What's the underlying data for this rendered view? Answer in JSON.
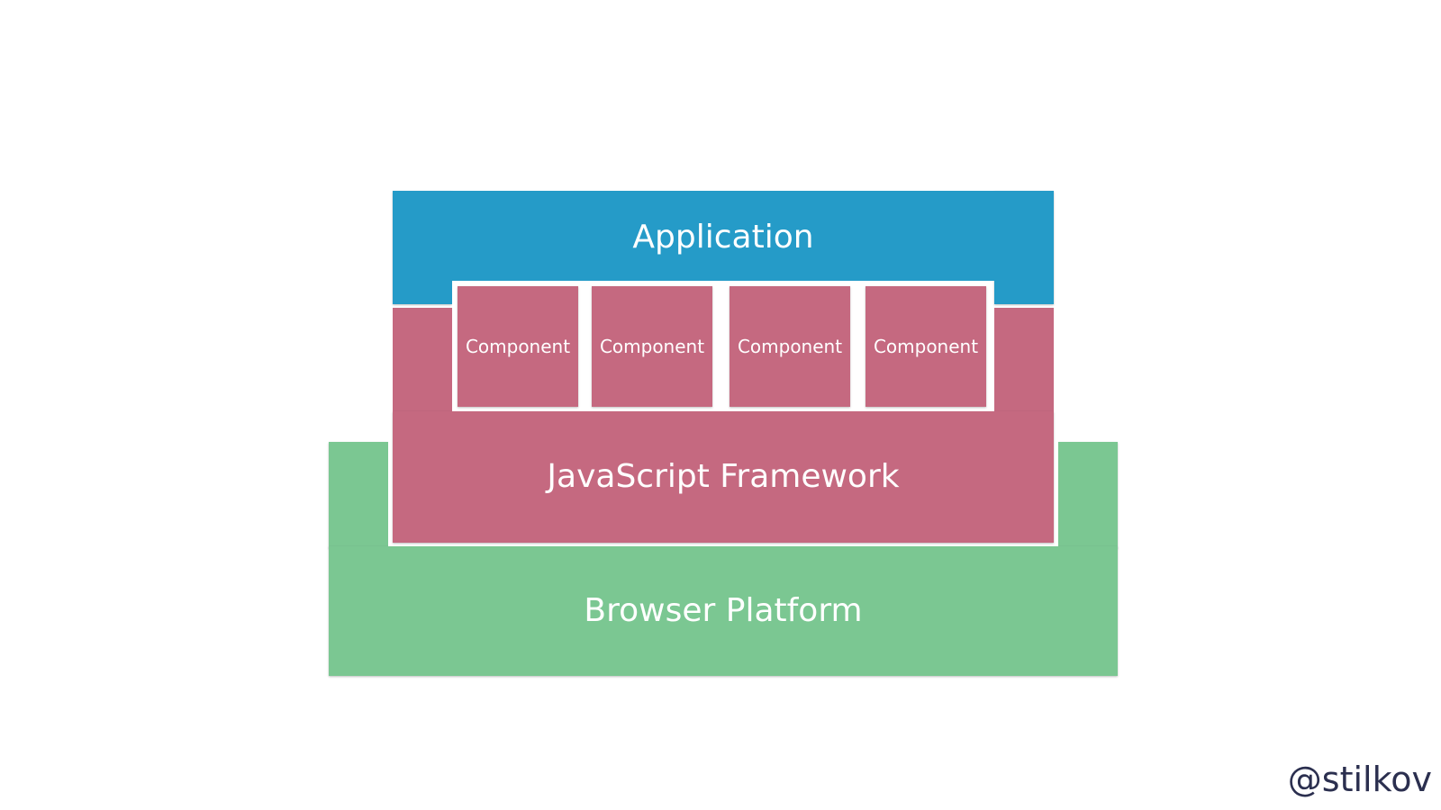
{
  "colors": {
    "application": "#259bc8",
    "framework": "#c56980",
    "browser": "#7bc792",
    "handle": "#2b2f4f"
  },
  "layers": {
    "application": {
      "label": "Application"
    },
    "framework": {
      "label": "JavaScript Framework"
    },
    "browser": {
      "label": "Browser Platform"
    }
  },
  "components": [
    {
      "label": "Component"
    },
    {
      "label": "Component"
    },
    {
      "label": "Component"
    },
    {
      "label": "Component"
    }
  ],
  "handle": "@stilkov"
}
